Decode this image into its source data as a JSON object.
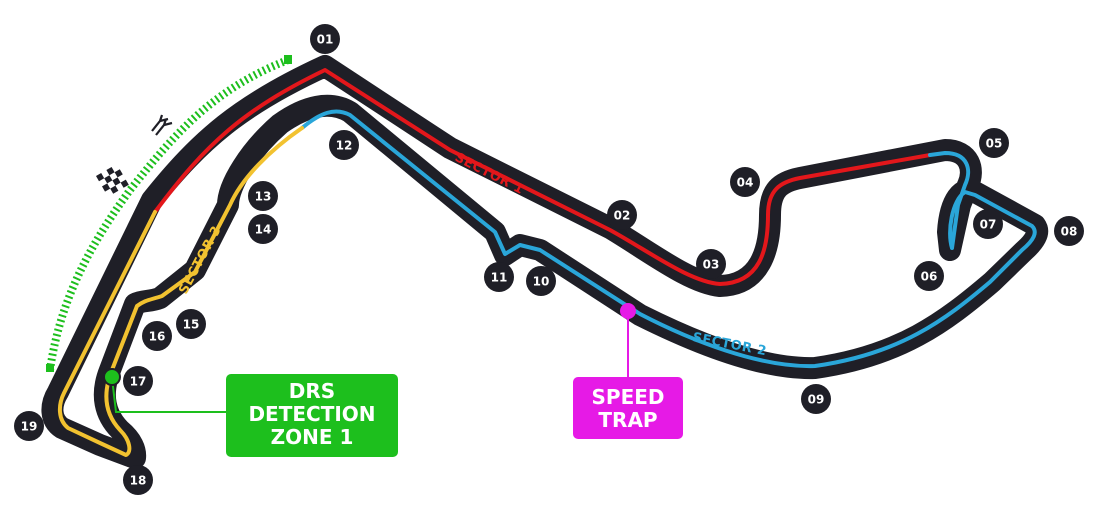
{
  "colors": {
    "track": "#1f1f27",
    "sector_1": "#e3171b",
    "sector_2": "#2aa6d9",
    "sector_3": "#f2c230",
    "drs": "#1dbf1d",
    "speed_trap": "#e61ae6",
    "badge": "#1f1f27"
  },
  "sectors": {
    "sector_1": "SECTOR 1",
    "sector_2": "SECTOR 2",
    "sector_3": "SECTOR 3"
  },
  "turns": [
    {
      "number": "01",
      "id": "turn-01"
    },
    {
      "number": "02",
      "id": "turn-02"
    },
    {
      "number": "03",
      "id": "turn-03"
    },
    {
      "number": "04",
      "id": "turn-04"
    },
    {
      "number": "05",
      "id": "turn-05"
    },
    {
      "number": "06",
      "id": "turn-06"
    },
    {
      "number": "07",
      "id": "turn-07"
    },
    {
      "number": "08",
      "id": "turn-08"
    },
    {
      "number": "09",
      "id": "turn-09"
    },
    {
      "number": "10",
      "id": "turn-10"
    },
    {
      "number": "11",
      "id": "turn-11"
    },
    {
      "number": "12",
      "id": "turn-12"
    },
    {
      "number": "13",
      "id": "turn-13"
    },
    {
      "number": "14",
      "id": "turn-14"
    },
    {
      "number": "15",
      "id": "turn-15"
    },
    {
      "number": "16",
      "id": "turn-16"
    },
    {
      "number": "17",
      "id": "turn-17"
    },
    {
      "number": "18",
      "id": "turn-18"
    },
    {
      "number": "19",
      "id": "turn-19"
    }
  ],
  "drs_label": {
    "line1": "DRS",
    "line2": "DETECTION",
    "line3": "ZONE 1"
  },
  "speed_trap_label": {
    "line1": "SPEED",
    "line2": "TRAP"
  },
  "icons": {
    "finish": "checkered-flag-icon",
    "direction": "direction-arrows-icon"
  }
}
